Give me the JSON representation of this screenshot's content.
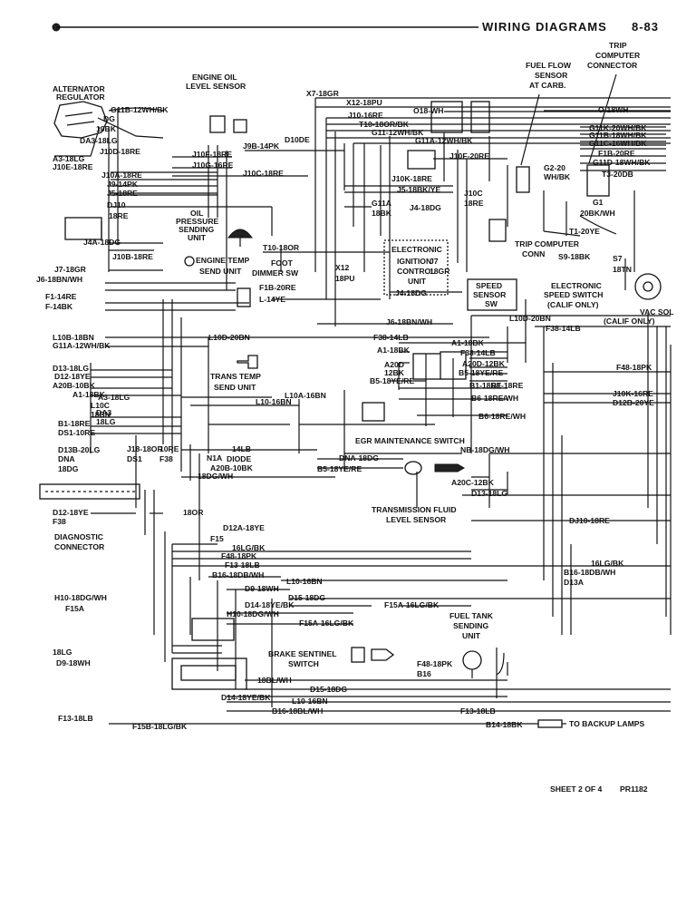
{
  "header": {
    "title": "WIRING DIAGRAMS",
    "page": "8-83"
  },
  "footer": {
    "sheet": "SHEET 2 OF 4",
    "code": "PR1182"
  },
  "components": {
    "alternator_regulator": [
      "ALTERNATOR",
      "REGULATOR"
    ],
    "engine_oil_level_sensor": [
      "ENGINE OIL",
      "LEVEL SENSOR"
    ],
    "fuel_flow_sensor": [
      "FUEL FLOW",
      "SENSOR",
      "AT CARB."
    ],
    "trip_computer_connector": [
      "TRIP",
      "COMPUTER",
      "CONNECTOR"
    ],
    "oil_pressure_sending_unit": [
      "OIL",
      "PRESSURE",
      "SENDING",
      "UNIT"
    ],
    "engine_temp_send_unit": [
      "ENGINE TEMP",
      "SEND UNIT"
    ],
    "foot_dimmer_sw": [
      "FOOT",
      "DIMMER SW"
    ],
    "electronic_ignition_control_unit": [
      "ELECTRONIC",
      "IGNITION",
      "CONTROL",
      "UNIT"
    ],
    "trip_computer_conn": [
      "TRIP COMPUTER",
      "CONN"
    ],
    "speed_sensor_sw": [
      "SPEED",
      "SENSOR",
      "SW"
    ],
    "electronic_speed_switch": [
      "ELECTRONIC",
      "SPEED SWITCH",
      "(CALIF ONLY)"
    ],
    "vac_sol": [
      "VAC SOL",
      "(CALIF ONLY)"
    ],
    "trans_temp_send_unit": [
      "TRANS TEMP",
      "SEND UNIT"
    ],
    "egr_maintenance_switch": "EGR MAINTENANCE SWITCH",
    "diode": [
      "N1A",
      "DIODE"
    ],
    "transmission_fluid_level_sensor": [
      "TRANSMISSION FLUID",
      "LEVEL SENSOR"
    ],
    "diagnostic_connector": [
      "DIAGNOSTIC",
      "CONNECTOR"
    ],
    "fuel_tank_sending_unit": [
      "FUEL TANK",
      "SENDING",
      "UNIT"
    ],
    "brake_sentinel_switch": [
      "BRAKE SENTINEL",
      "SWITCH"
    ],
    "backup_lamps": "TO BACKUP LAMPS"
  },
  "wires": [
    "X7-18GR",
    "X12-18PU",
    "O18-WH",
    "J10-16RE",
    "T10-18OR/BK",
    "G11-12WH/BK",
    "G11A-12WH/BK",
    "G11B-12WH/BK",
    "DG",
    "10BK",
    "D10DE",
    "DA3-18LG",
    "J10D-18RE",
    "J9B-14PK",
    "A3-18LG",
    "J10E-18RE",
    "J10F-18RE",
    "J10G-16RE",
    "J10C-18RE",
    "J10A-18RE",
    "J9-14PK",
    "J5-18RE",
    "DJ10",
    "18RE",
    "J10F-20RE",
    "J10K-18RE",
    "J5-18BK/YE",
    "G11A",
    "18BK",
    "J4-18DG",
    "J10C",
    "18RE",
    "J4A-18DG",
    "J10B-18RE",
    "T10-18OR",
    "J7-18GR",
    "J6-18BN/WH",
    "F1-14RE",
    "F-14BK",
    "F1B-20RE",
    "L-14YE",
    "X12",
    "18PU",
    "J7",
    "18GR",
    "J4-18DG",
    "O-18WH",
    "G11K-20WH/BK",
    "G11B-18WH/BK",
    "G11C-16WH/BK",
    "F1B-20RE",
    "G11D-18WH/BK",
    "T3-20DB",
    "G2-20",
    "WH/BK",
    "G1",
    "20BK/WH",
    "T1-20YE",
    "S9-18BK",
    "S7",
    "18TN",
    "L10D-20BN",
    "F38-14LB",
    "J6-18BN/WH",
    "L10B-18BN",
    "G11A-12WH/BK",
    "L10D-20BN",
    "F38-14LB",
    "A1-18BK",
    "A20D",
    "12BK",
    "B5-18YE/RE",
    "A1-18BK",
    "F38-14LB",
    "A20D-12BK",
    "B5-18YE/RE",
    "B1-18RE",
    "B6-18RE/WH",
    "F48-18PK",
    "D13-18LG",
    "D12-18YE",
    "A20B-10BK",
    "A1-18BK",
    "A3-18LG",
    "L10C",
    "18BN",
    "DA3",
    "18LG",
    "B1-18RE",
    "DS1-10RE",
    "L10A-16BN",
    "L10-16BN",
    "B1-18RE",
    "B6-18RE/WH",
    "J10K-16RE",
    "D12B-20YE",
    "D13B-20LG",
    "DNA",
    "18DG",
    "J18-18OR",
    "DS1",
    "10RE",
    "F38",
    "14LB",
    "A20B-10BK",
    "18DG/WH",
    "DNA-18DG",
    "B5-18YE/RE",
    "NB-18DG/WH",
    "A20C-12BK",
    "D13-18LG",
    "D12-18YE",
    "F38",
    "18OR",
    "DJ10-18RE",
    "D12A-18YE",
    "F15",
    "16LG/BK",
    "F48-18PK",
    "F13-18LB",
    "B16-18DB/WH",
    "L10-16BN",
    "D9-18WH",
    "D15-18DG",
    "D14-18YE/BK",
    "H10-18DG/WH",
    "F15A-16LG/BK",
    "F15A-16LG/BK",
    "H10-18DG/WH",
    "F15A",
    "16LG/BK",
    "B16-18DB/WH",
    "D13A",
    "18LG",
    "D9-18WH",
    "F48-18PK",
    "B16",
    "18BL/WH",
    "D15-18DG",
    "D14-18YE/BK",
    "L10-16BN",
    "B16-18BL/WH",
    "F13-18LB",
    "F13-18LB",
    "F15B-18LG/BK",
    "B14-18BK",
    "B14-18BK"
  ]
}
